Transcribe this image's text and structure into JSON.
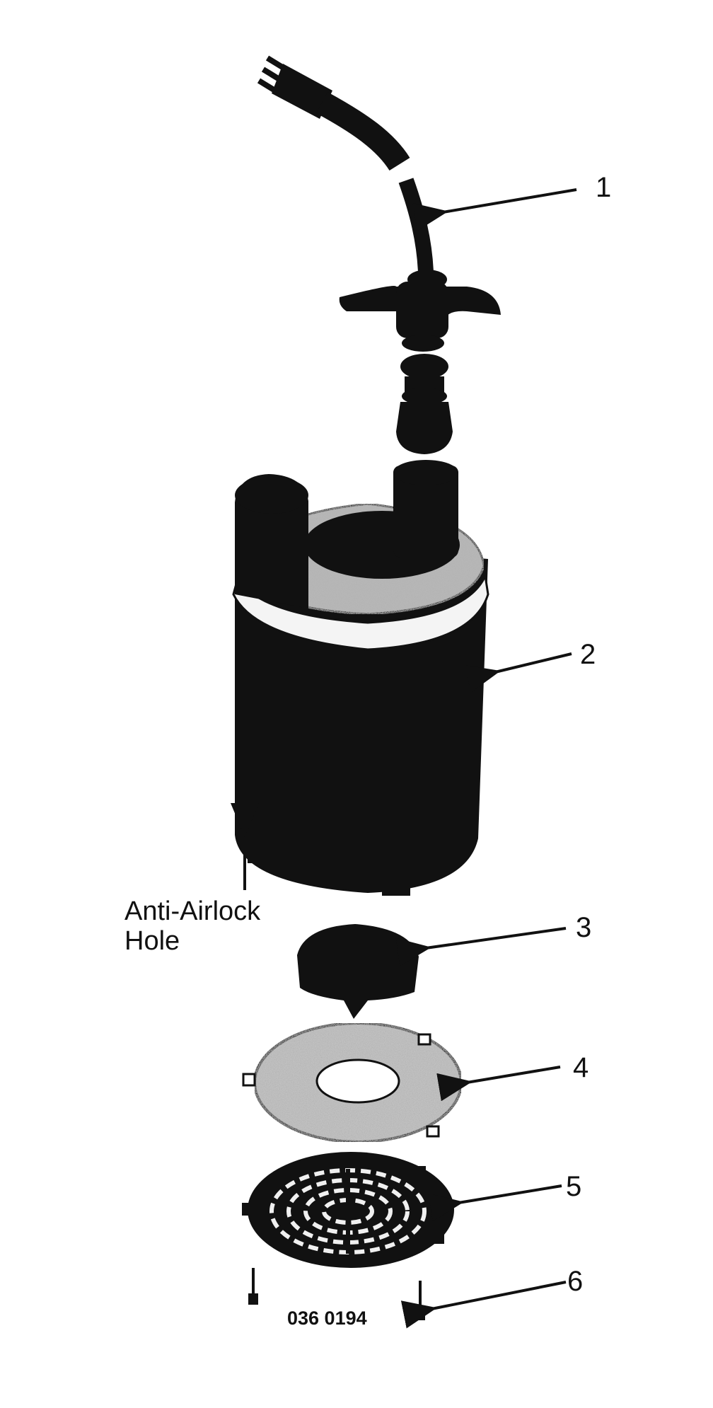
{
  "callouts": {
    "c1": "1",
    "c2": "2",
    "c3": "3",
    "c4": "4",
    "c5": "5",
    "c6": "6"
  },
  "annotation": {
    "line1": "Anti-Airlock",
    "line2": "Hole"
  },
  "drawing_number": "036 0194"
}
